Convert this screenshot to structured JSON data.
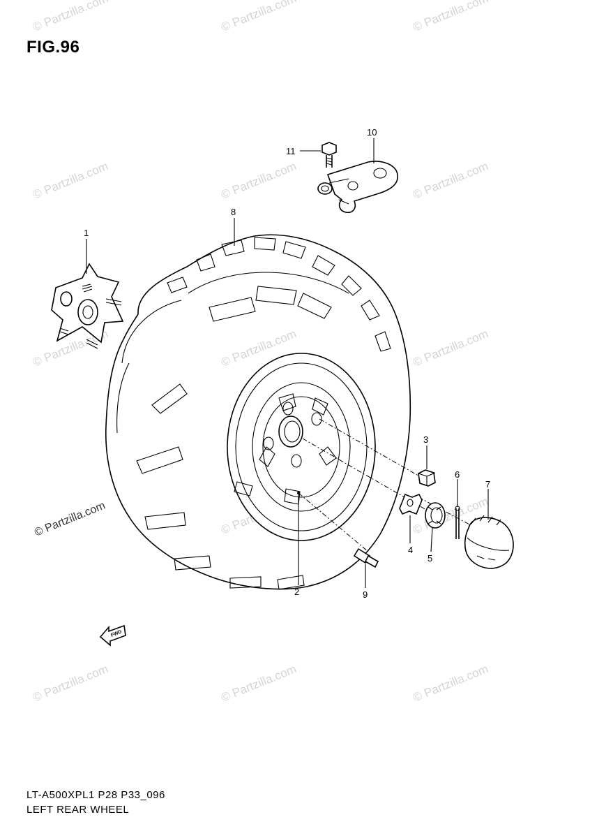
{
  "figure": {
    "title": "FIG.96",
    "code": "LT-A500XPL1 P28 P33_096",
    "caption": "LEFT REAR WHEEL"
  },
  "watermark": {
    "text": "© Partzilla.com",
    "side_text": "© Partzilla.com"
  },
  "callouts": [
    {
      "id": "1",
      "label": "1"
    },
    {
      "id": "2",
      "label": "2"
    },
    {
      "id": "3",
      "label": "3"
    },
    {
      "id": "4",
      "label": "4"
    },
    {
      "id": "5",
      "label": "5"
    },
    {
      "id": "6",
      "label": "6"
    },
    {
      "id": "7",
      "label": "7"
    },
    {
      "id": "8",
      "label": "8"
    },
    {
      "id": "9",
      "label": "9"
    },
    {
      "id": "10",
      "label": "10"
    },
    {
      "id": "11",
      "label": "11"
    }
  ],
  "direction_arrow": {
    "label": "FWD"
  }
}
